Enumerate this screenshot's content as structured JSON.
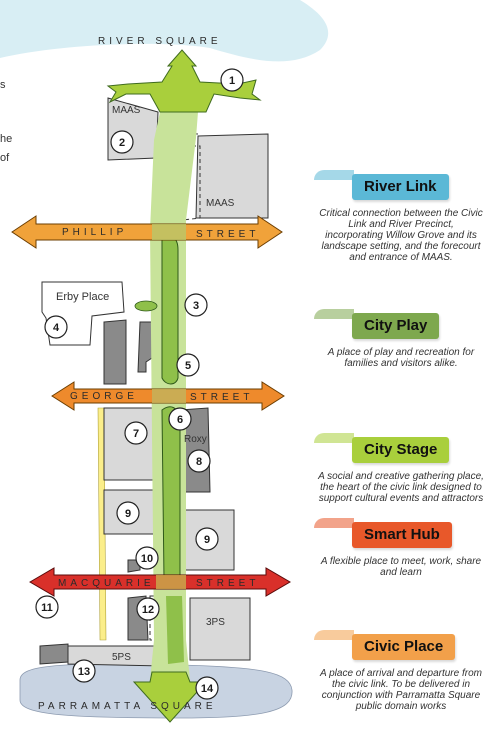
{
  "streets": {
    "river_square": "RIVER SQUARE",
    "phillip_left": "PHILLIP",
    "phillip_right": "STREET",
    "george_left": "GEORGE",
    "george_right": "STREET",
    "macquarie_left": "MACQUARIE",
    "macquarie_right": "STREET",
    "parramatta_square": "PARRAMATTA SQUARE"
  },
  "places": {
    "maas_top": "MAAS",
    "maas_lower": "MAAS",
    "erby_place": "Erby Place",
    "roxy": "Roxy",
    "three_ps": "3PS",
    "five_ps": "5PS"
  },
  "markers": [
    "1",
    "2",
    "3",
    "4",
    "5",
    "6",
    "7",
    "8",
    "9",
    "9",
    "10",
    "11",
    "12",
    "13",
    "14"
  ],
  "side_text": [
    "s",
    "he",
    "of"
  ],
  "legend": [
    {
      "title": "River Link",
      "color": "#5bb8d6",
      "desc": "Critical connection between the Civic Link and River Precinct, incorporating Willow Grove and its landscape setting, and the forecourt and entrance of MAAS."
    },
    {
      "title": "City Play",
      "color": "#7ea84e",
      "desc": "A place of play and recreation for families and visitors alike."
    },
    {
      "title": "City Stage",
      "color": "#a9cf3c",
      "desc": "A social and creative gathering place, the heart of the civic link designed to support cultural events and attractors"
    },
    {
      "title": "Smart Hub",
      "color": "#e8582a",
      "desc": "A flexible place to meet, work, share and learn"
    },
    {
      "title": "Civic Place",
      "color": "#f2a04a",
      "desc": "A place of arrival and departure from the civic link. To be delivered in conjunction with Parramatta Square public domain works"
    }
  ],
  "colors": {
    "river": "#d8eef4",
    "square": "#c8d3e2",
    "green": "#8fc04a",
    "light_green": "#c8e39a",
    "dark_green": "#4f8a2d",
    "phillip": "#f0a23a",
    "george": "#ee8a2c",
    "macquarie": "#d9302a",
    "building": "#d9d9d9",
    "dark_building": "#8a8a8a"
  }
}
